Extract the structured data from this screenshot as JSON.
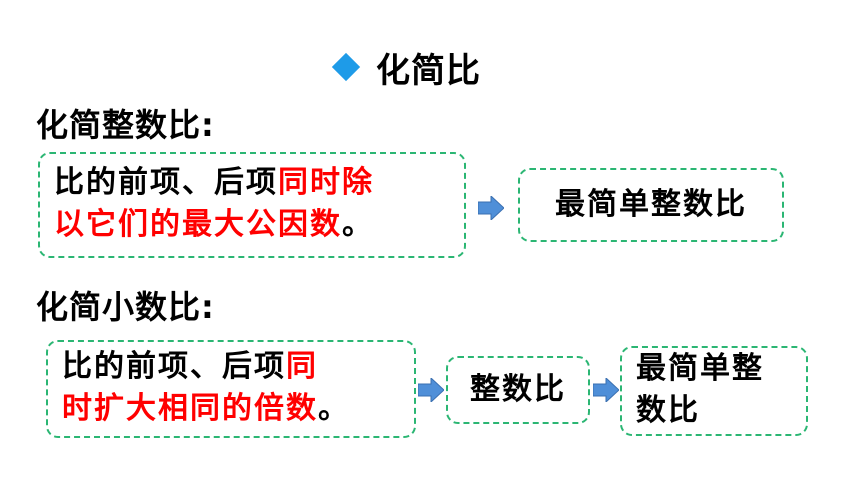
{
  "title": "化简比",
  "integer_section": {
    "heading": "化简整数比:",
    "rule_plain": "比的前项、后项",
    "rule_red_1": "同时除",
    "rule_red_2": "以它们的最大公因数",
    "rule_end": "。",
    "result": "最简单整数比"
  },
  "decimal_section": {
    "heading": "化简小数比:",
    "rule_plain": "比的前项、后项",
    "rule_red_1": "同",
    "rule_red_2": "时扩大相同的倍数",
    "rule_end": "。",
    "middle": "整数比",
    "result_line1": "最简单整",
    "result_line2": "数比"
  },
  "colors": {
    "accent": "#1e9be8",
    "border": "#2bb673",
    "highlight": "#ff0000",
    "arrow": "#4f8fd8"
  },
  "icons": {
    "title_marker": "diamond-icon",
    "flow_arrow": "right-arrow-icon"
  }
}
